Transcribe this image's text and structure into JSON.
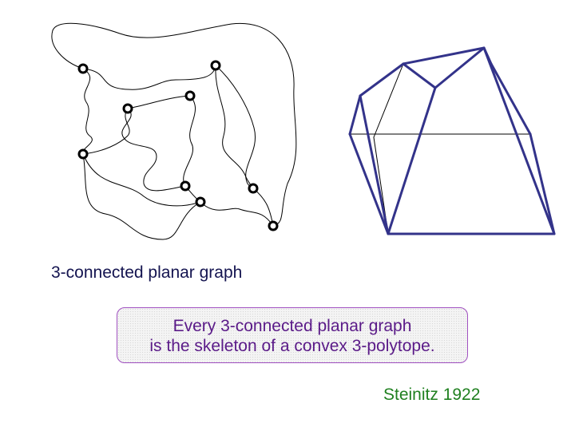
{
  "caption": "3-connected planar graph",
  "theorem": {
    "line1": "Every 3-connected planar graph",
    "line2": "is the skeleton of a convex 3-polytope."
  },
  "attribution": "Steinitz 1922",
  "colors": {
    "curve": "#000000",
    "polytope": "#33338a",
    "vertex_outline": "#000000",
    "vertex_fill": "#ffffff",
    "caption_text": "#141450",
    "theorem_text": "#5a1a88",
    "theorem_border": "#a050c0",
    "attribution_text": "#208020"
  }
}
